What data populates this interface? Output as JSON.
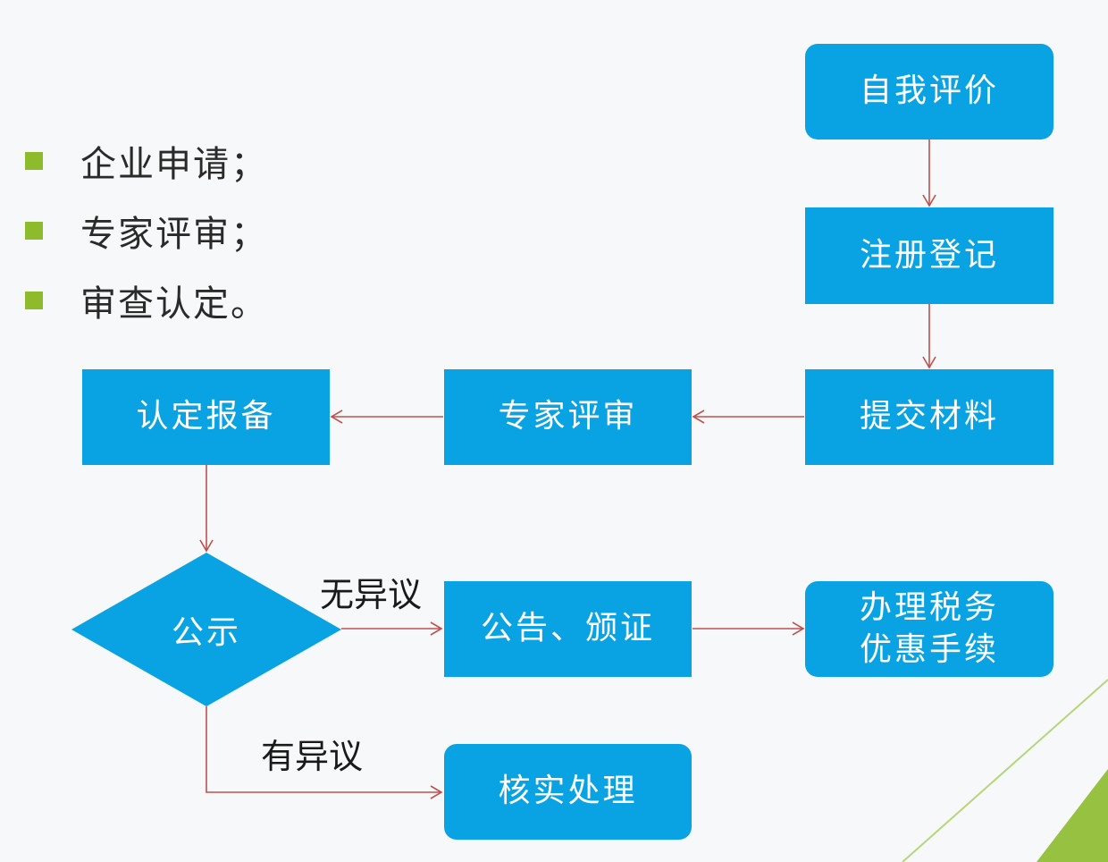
{
  "bullets": [
    "企业申请；",
    "专家评审；",
    "审查认定。"
  ],
  "nodes": {
    "self_eval": "自我评价",
    "register": "注册登记",
    "submit": "提交材料",
    "expert_review": "专家评审",
    "report": "认定报备",
    "publicity": "公示",
    "announce": "公告、颁证",
    "tax": "办理税务\n优惠手续",
    "verify": "核实处理"
  },
  "edge_labels": {
    "no_objection": "无异议",
    "objection": "有异议"
  },
  "colors": {
    "node_fill": "#09a3e3",
    "connector": "#c0504d",
    "bullet": "#8dbb2c"
  }
}
